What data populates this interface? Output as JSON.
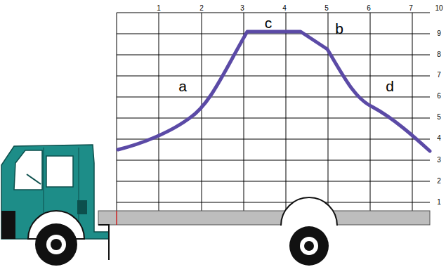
{
  "diagram": {
    "labels": [
      "1",
      "2",
      "3",
      "4",
      "5",
      "6",
      "7",
      "10",
      "9",
      "8",
      "7",
      "6",
      "5",
      "4",
      "3",
      "2",
      "1",
      "a",
      "c",
      "b",
      "d"
    ]
  }
}
